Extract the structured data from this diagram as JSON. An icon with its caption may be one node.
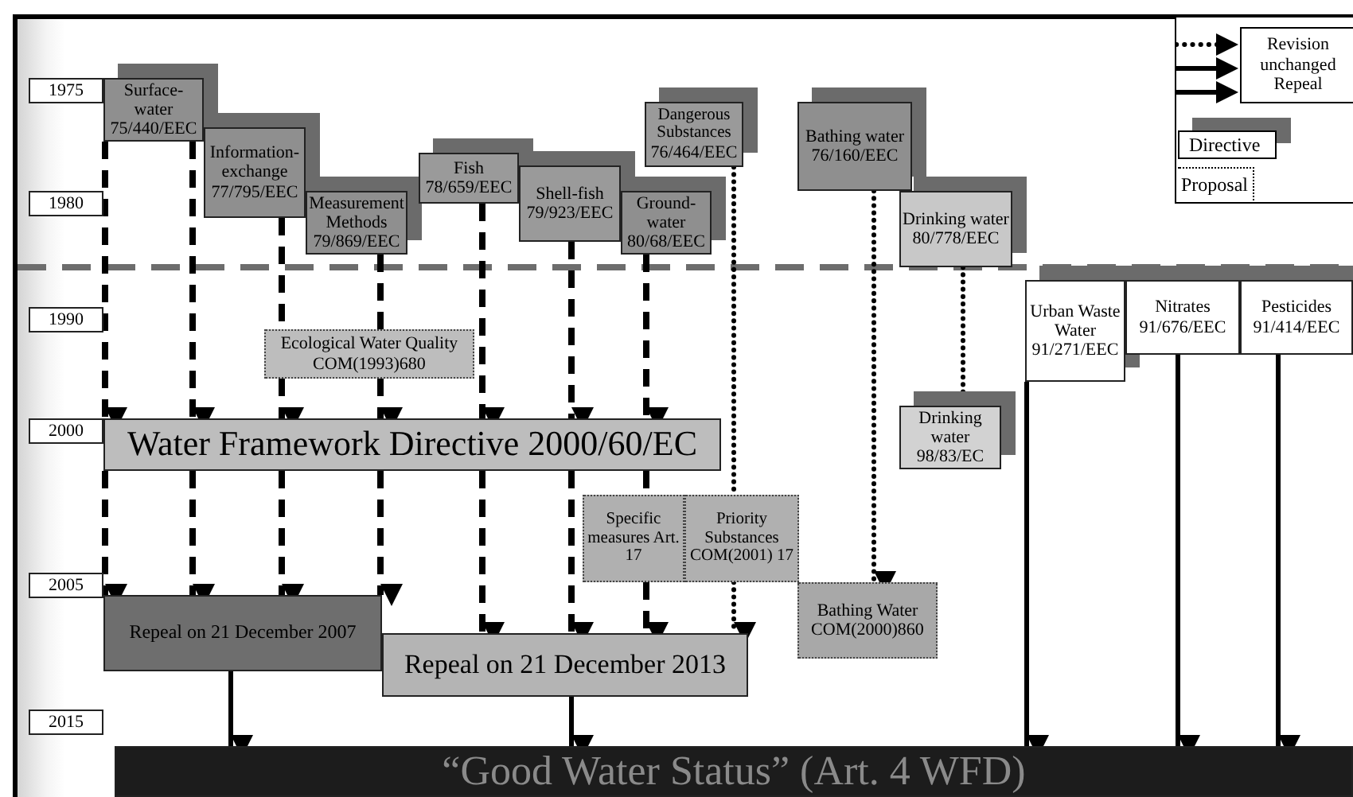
{
  "diagram": {
    "nodes": [
      {
        "text": [
          "1975"
        ]
      },
      {
        "text": [
          "Surface-water",
          "75/440/EEC"
        ]
      },
      {
        "text": [
          "Information-exchange",
          "77/795/EEC"
        ]
      },
      {
        "text": [
          "Measurement Methods",
          "79/869/EEC"
        ]
      },
      {
        "text": [
          "Fish",
          "78/659/EEC"
        ]
      },
      {
        "text": [
          "Shell-fish",
          "79/923/EEC"
        ]
      },
      {
        "text": [
          "Ground-water",
          "80/68/EEC"
        ]
      },
      {
        "text": [
          "Dangerous Substances",
          "76/464/EEC"
        ]
      },
      {
        "text": [
          "Bathing water",
          "76/160/EEC"
        ]
      },
      {
        "text": [
          "Drinking water",
          "80/778/EEC"
        ]
      },
      {
        "text": [
          "1980"
        ]
      },
      {
        "text": [
          "1990"
        ]
      },
      {
        "text": [
          "Urban Waste Water",
          "91/271/EEC"
        ]
      },
      {
        "text": [
          "Nitrates",
          "91/676/EEC"
        ]
      },
      {
        "text": [
          "Pesticides",
          "91/414/EEC"
        ]
      },
      {
        "text": [
          "Ecological Water Quality",
          "COM(1993)680"
        ]
      },
      {
        "text": [
          "2000"
        ]
      },
      {
        "text": [
          "Water Framework Directive 2000/60/EC"
        ]
      },
      {
        "text": [
          "Drinking water",
          "98/83/EC"
        ]
      },
      {
        "text": [
          "Specific measures Art. 17"
        ]
      },
      {
        "text": [
          "Priority Substances",
          "COM(2001) 17"
        ]
      },
      {
        "text": [
          "2005"
        ]
      },
      {
        "text": [
          "Repeal on 21 December 2007"
        ]
      },
      {
        "text": [
          "Repeal on 21 December 2013"
        ]
      },
      {
        "text": [
          "Bathing Water",
          "COM(2000)860"
        ]
      },
      {
        "text": [
          "2015"
        ]
      },
      {
        "text": [
          "“Good Water Status” (Art. 4 WFD)"
        ]
      }
    ],
    "edges": [
      {
        "from": 1,
        "to": 17,
        "arrow": "to",
        "style": "dashed"
      },
      {
        "from": 1,
        "to": 17,
        "arrow": "to",
        "style": "dashed"
      },
      {
        "from": 2,
        "to": 15,
        "arrow": "none",
        "style": "dashed"
      },
      {
        "from": 15,
        "to": 17,
        "arrow": "to",
        "style": "dashed"
      },
      {
        "from": 3,
        "to": 15,
        "arrow": "none",
        "style": "dashed"
      },
      {
        "from": 15,
        "to": 17,
        "arrow": "to",
        "style": "dashed"
      },
      {
        "from": 4,
        "to": 17,
        "arrow": "to",
        "style": "dashed"
      },
      {
        "from": 5,
        "to": 17,
        "arrow": "to",
        "style": "dashed"
      },
      {
        "from": 6,
        "to": 17,
        "arrow": "to",
        "style": "dashed"
      },
      {
        "from": 17,
        "to": 22,
        "arrow": "to",
        "style": "dashed"
      },
      {
        "from": 17,
        "to": 22,
        "arrow": "to",
        "style": "dashed"
      },
      {
        "from": 17,
        "to": 22,
        "arrow": "to",
        "style": "dashed"
      },
      {
        "from": 17,
        "to": 22,
        "arrow": "to",
        "style": "dashed"
      },
      {
        "from": 17,
        "to": 23,
        "arrow": "to",
        "style": "dashed"
      },
      {
        "from": 17,
        "to": 23,
        "arrow": "to",
        "style": "dashed"
      },
      {
        "from": 17,
        "to": 19,
        "arrow": "none",
        "style": "dashed"
      },
      {
        "from": 19,
        "to": 23,
        "arrow": "to",
        "style": "dashed"
      },
      {
        "from": 7,
        "to": 20,
        "arrow": "none",
        "style": "dashed"
      },
      {
        "from": 20,
        "to": 23,
        "arrow": "to",
        "style": "dashed"
      },
      {
        "from": 8,
        "to": 24,
        "arrow": "to",
        "style": "dashed"
      },
      {
        "from": 9,
        "to": 18,
        "arrow": "to",
        "style": "dashed"
      },
      {
        "from": 12,
        "to": 26,
        "arrow": "to"
      },
      {
        "from": 13,
        "to": 26,
        "arrow": "to"
      },
      {
        "from": 14,
        "to": 26,
        "arrow": "to"
      },
      {
        "from": 22,
        "to": 26,
        "arrow": "to"
      },
      {
        "from": 23,
        "to": 26,
        "arrow": "to"
      }
    ],
    "legend": [
      {
        "text": "Revision"
      },
      {
        "text": "unchanged"
      },
      {
        "text": "Repeal"
      },
      {
        "text": "Directive"
      },
      {
        "text": "Proposal"
      }
    ]
  }
}
